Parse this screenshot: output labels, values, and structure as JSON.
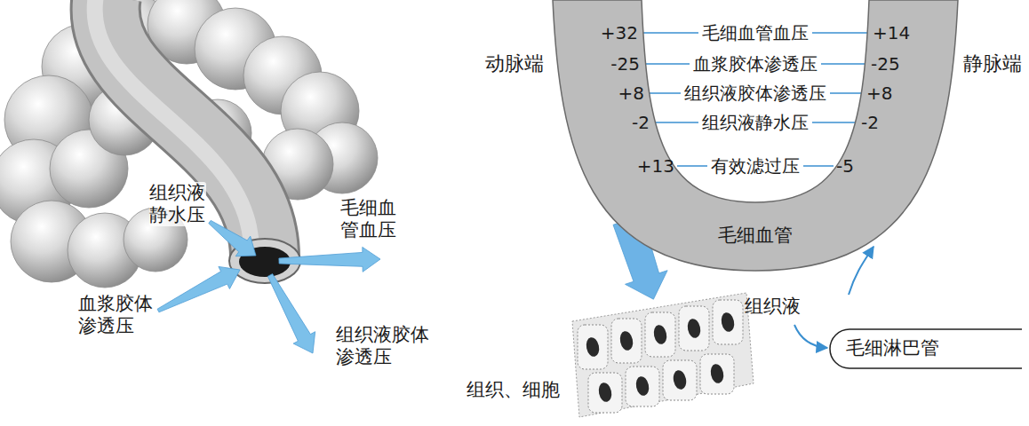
{
  "diagram": {
    "nodes": [
      {
        "text": [
          "毛细血管"
        ]
      },
      {
        "text": [
          "组织、细胞"
        ]
      },
      {
        "text": [
          "毛细淋巴管"
        ]
      }
    ],
    "edges": [
      {
        "from": 0,
        "to": 1,
        "arrow": "to"
      }
    ],
    "labels": [
      "组织液静水压",
      "毛细血管血压",
      "血浆胶体渗透压",
      "组织液胶体渗透压",
      "+32",
      "毛细血管血压",
      "+14",
      "动脉端",
      "-25",
      "血浆胶体渗透压",
      "-25",
      "静脉端",
      "+8",
      "组织液胶体渗透压",
      "+8",
      "-2",
      "组织液静水压",
      "-2",
      "+13",
      "有效滤过压",
      "-5",
      "组织液"
    ]
  }
}
